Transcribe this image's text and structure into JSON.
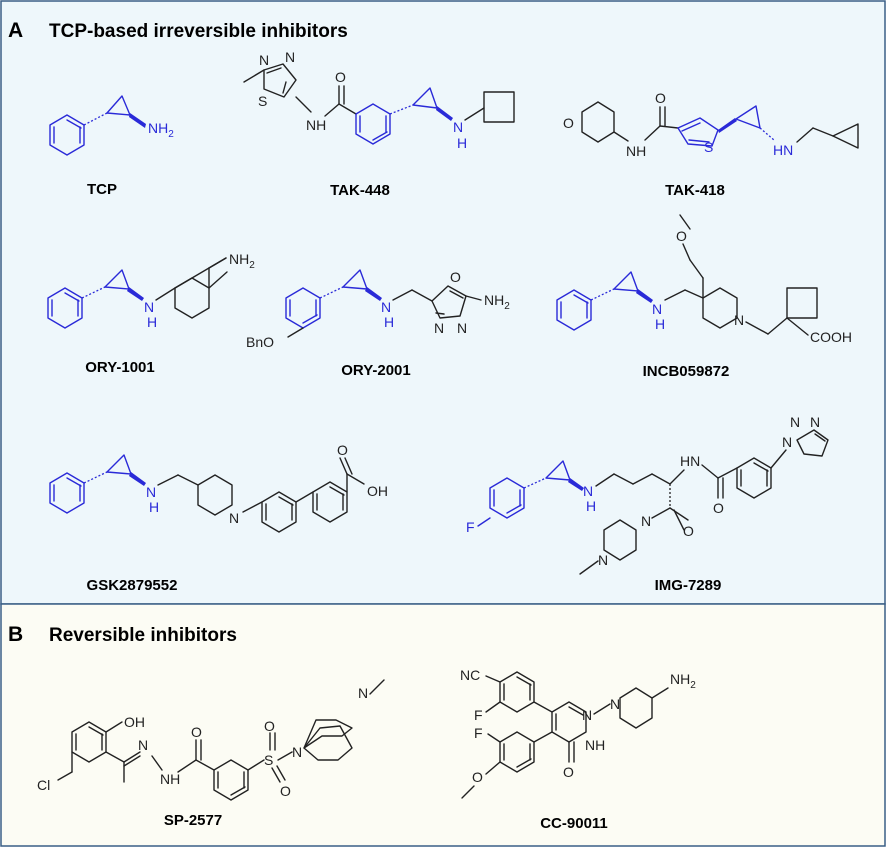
{
  "panelA": {
    "letter": "A",
    "title": "TCP-based irreversible inhibitors",
    "compounds": [
      "TCP",
      "TAK-448",
      "TAK-418",
      "ORY-1001",
      "ORY-2001",
      "INCB059872",
      "GSK2879552",
      "IMG-7289"
    ]
  },
  "panelB": {
    "letter": "B",
    "title": "Reversible inhibitors",
    "compounds": [
      "SP-2577",
      "CC-90011"
    ]
  },
  "atoms": {
    "nh2": "NH",
    "two": "2",
    "n": "N",
    "h": "H",
    "s": "S",
    "o": "O",
    "f": "F",
    "cl": "Cl",
    "oh": "OH",
    "bno": "BnO",
    "cooh": "COOH",
    "nc": "NC"
  },
  "colors": {
    "panelA_bg": "#eef7fb",
    "panelB_bg": "#fcfcf4",
    "border": "#3a5f86",
    "highlight": "#2a2ad8"
  }
}
